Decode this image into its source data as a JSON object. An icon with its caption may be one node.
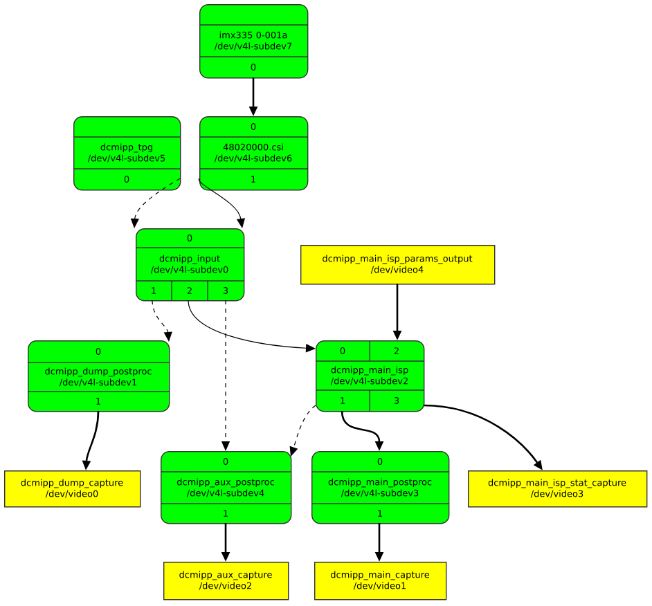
{
  "diagram": {
    "nodes": [
      {
        "text": [
          "imx335 0-001a /dev/v4l-subdev7",
          "0"
        ]
      },
      {
        "text": [
          "dcmipp_tpg /dev/v4l-subdev5",
          "0"
        ]
      },
      {
        "text": [
          "0",
          "48020000.csi /dev/v4l-subdev6",
          "1"
        ]
      },
      {
        "text": [
          "0",
          "dcmipp_input /dev/v4l-subdev0",
          "1",
          "2",
          "3"
        ]
      },
      {
        "text": [
          "dcmipp_main_isp_params_output /dev/video4"
        ]
      },
      {
        "text": [
          "0",
          "dcmipp_dump_postproc /dev/v4l-subdev1",
          "1"
        ]
      },
      {
        "text": [
          "0",
          "2",
          "dcmipp_main_isp /dev/v4l-subdev2",
          "1",
          "3"
        ]
      },
      {
        "text": [
          "dcmipp_dump_capture /dev/video0"
        ]
      },
      {
        "text": [
          "0",
          "dcmipp_aux_postproc /dev/v4l-subdev4",
          "1"
        ]
      },
      {
        "text": [
          "0",
          "dcmipp_main_postproc /dev/v4l-subdev3",
          "1"
        ]
      },
      {
        "text": [
          "dcmipp_main_isp_stat_capture /dev/video3"
        ]
      },
      {
        "text": [
          "dcmipp_aux_capture /dev/video2"
        ]
      },
      {
        "text": [
          "dcmipp_main_capture /dev/video1"
        ]
      }
    ],
    "edges": [
      {
        "from": 0,
        "to": 2,
        "arrow": "to"
      },
      {
        "from": 1,
        "to": 3,
        "arrow": "to",
        "style": "dashed"
      },
      {
        "from": 2,
        "to": 3,
        "arrow": "to"
      },
      {
        "from": 4,
        "to": 6,
        "arrow": "to"
      },
      {
        "from": 3,
        "to": 5,
        "arrow": "to",
        "style": "dashed"
      },
      {
        "from": 3,
        "to": 6,
        "arrow": "to"
      },
      {
        "from": 3,
        "to": 8,
        "arrow": "to",
        "style": "dashed"
      },
      {
        "from": 6,
        "to": 8,
        "arrow": "to",
        "style": "dashed"
      },
      {
        "from": 5,
        "to": 7,
        "arrow": "to"
      },
      {
        "from": 6,
        "to": 9,
        "arrow": "to"
      },
      {
        "from": 6,
        "to": 10,
        "arrow": "to"
      },
      {
        "from": 8,
        "to": 11,
        "arrow": "to"
      },
      {
        "from": 9,
        "to": 12,
        "arrow": "to"
      }
    ]
  }
}
